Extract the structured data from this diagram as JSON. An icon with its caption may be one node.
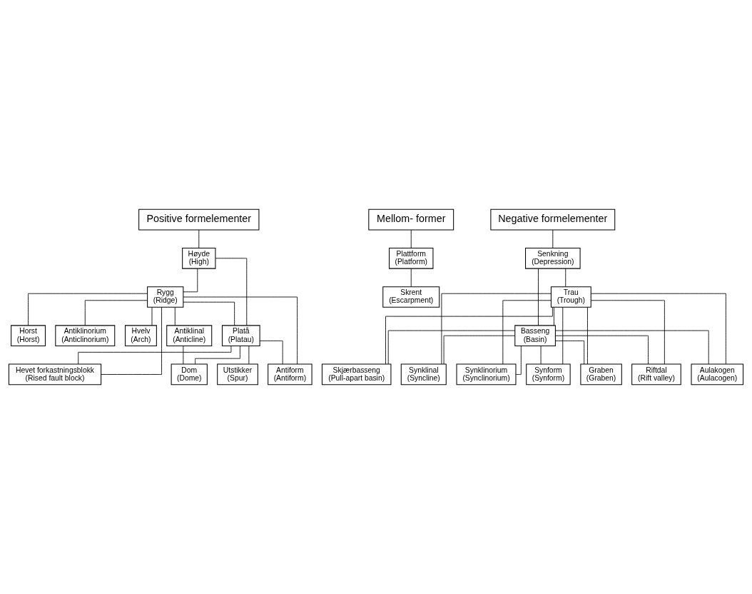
{
  "diagram": {
    "nodes": [
      {
        "text": [
          "Positive formelementer"
        ]
      },
      {
        "text": [
          "Mellom- former"
        ]
      },
      {
        "text": [
          "Negative formelementer"
        ]
      },
      {
        "text": [
          "Høyde",
          "(High)"
        ]
      },
      {
        "text": [
          "Senkning",
          "(Depression)"
        ]
      },
      {
        "text": [
          "Rygg",
          "(Ridge)"
        ]
      },
      {
        "text": [
          "Platå",
          "(Platau)"
        ]
      },
      {
        "text": [
          "Plattform",
          "(Platform)"
        ]
      },
      {
        "text": [
          "Trau",
          "(Trough)"
        ]
      },
      {
        "text": [
          "Basseng",
          "(Basin)"
        ]
      },
      {
        "text": [
          "Hevet forkastningsblokk",
          "(Rised fault block)"
        ]
      },
      {
        "text": [
          "Skrent",
          "(Escarpment)"
        ]
      },
      {
        "text": [
          "Graben",
          "(Graben)"
        ]
      },
      {
        "text": [
          "Horst",
          "(Horst)"
        ]
      },
      {
        "text": [
          "Utstikker",
          "(Spur)"
        ]
      },
      {
        "text": [
          "Riftdal",
          "(Rift valley)"
        ]
      },
      {
        "text": [
          "Antiklinal",
          "(Anticline)"
        ]
      },
      {
        "text": [
          "Dom",
          "(Dome)"
        ]
      },
      {
        "text": [
          "Aulakogen",
          "(Aulacogen)"
        ]
      },
      {
        "text": [
          "Skjærbasseng",
          "(Pull-apart basin)"
        ]
      },
      {
        "text": [
          "Antiklinorium",
          "(Anticlinorium)"
        ]
      },
      {
        "text": [
          "Synklinal",
          "(Syncline)"
        ]
      },
      {
        "text": [
          "Antiform",
          "(Antiform)"
        ]
      },
      {
        "text": [
          "Synklinorium",
          "(Synclinorium)"
        ]
      },
      {
        "text": [
          "Hvelv",
          "(Arch)"
        ]
      },
      {
        "text": [
          "Synform",
          "(Synform)"
        ]
      }
    ],
    "edges": [
      {
        "from": 0,
        "to": 3,
        "arrow": "none"
      },
      {
        "from": 1,
        "to": 7,
        "arrow": "none"
      },
      {
        "from": 2,
        "to": 4,
        "arrow": "none"
      },
      {
        "from": 3,
        "to": 5,
        "arrow": "none"
      },
      {
        "from": 3,
        "to": 6,
        "arrow": "none"
      },
      {
        "from": 4,
        "to": 8,
        "arrow": "none"
      },
      {
        "from": 4,
        "to": 9,
        "arrow": "none"
      },
      {
        "from": 7,
        "to": 11,
        "arrow": "none"
      },
      {
        "from": 5,
        "to": 10,
        "arrow": "none"
      },
      {
        "from": 5,
        "to": 13,
        "arrow": "none"
      },
      {
        "from": 5,
        "to": 16,
        "arrow": "none"
      },
      {
        "from": 5,
        "to": 20,
        "arrow": "none"
      },
      {
        "from": 5,
        "to": 22,
        "arrow": "none"
      },
      {
        "from": 5,
        "to": 24,
        "arrow": "none"
      },
      {
        "from": 6,
        "to": 10,
        "arrow": "none"
      },
      {
        "from": 6,
        "to": 14,
        "arrow": "none"
      },
      {
        "from": 6,
        "to": 17,
        "arrow": "none"
      },
      {
        "from": 6,
        "to": 22,
        "arrow": "none"
      },
      {
        "from": 16,
        "to": 17,
        "arrow": "none"
      },
      {
        "from": 5,
        "to": 6,
        "arrow": "none"
      },
      {
        "from": 8,
        "to": 12,
        "arrow": "none"
      },
      {
        "from": 8,
        "to": 15,
        "arrow": "none"
      },
      {
        "from": 8,
        "to": 18,
        "arrow": "none"
      },
      {
        "from": 8,
        "to": 19,
        "arrow": "none"
      },
      {
        "from": 8,
        "to": 21,
        "arrow": "none"
      },
      {
        "from": 8,
        "to": 23,
        "arrow": "none"
      },
      {
        "from": 8,
        "to": 25,
        "arrow": "none"
      },
      {
        "from": 9,
        "to": 12,
        "arrow": "none"
      },
      {
        "from": 9,
        "to": 15,
        "arrow": "none"
      },
      {
        "from": 9,
        "to": 18,
        "arrow": "none"
      },
      {
        "from": 9,
        "to": 19,
        "arrow": "none"
      },
      {
        "from": 9,
        "to": 21,
        "arrow": "none"
      },
      {
        "from": 9,
        "to": 23,
        "arrow": "none"
      },
      {
        "from": 9,
        "to": 25,
        "arrow": "none"
      },
      {
        "from": 8,
        "to": 9,
        "arrow": "none"
      }
    ]
  }
}
